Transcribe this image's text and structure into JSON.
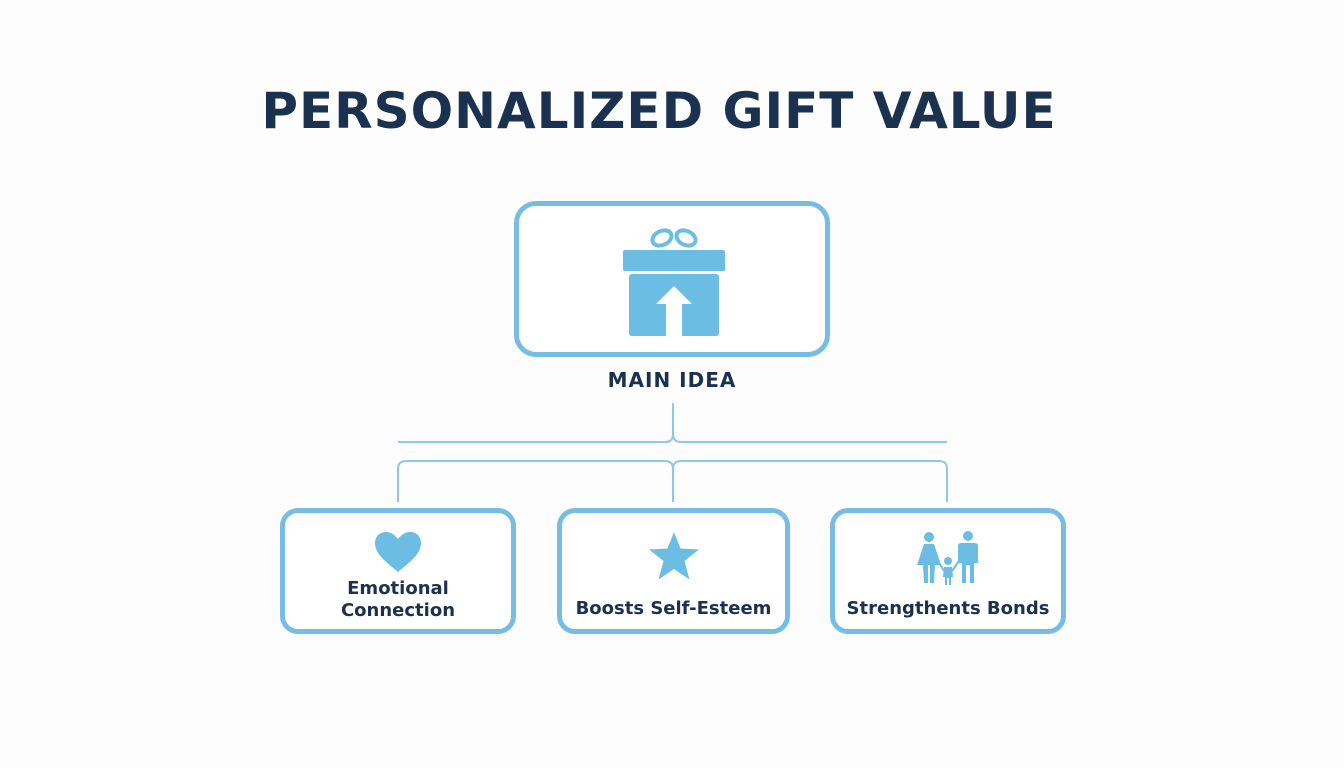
{
  "title": "PERSONALIZED GIFT VALUE",
  "main": {
    "label": "MAIN IDEA",
    "icon": "gift-box-arrow-up-icon"
  },
  "children": [
    {
      "label_lines": [
        "Emotional",
        "Connection"
      ],
      "icon": "heart-icon"
    },
    {
      "label": "Boosts Self-Esteem",
      "icon": "star-icon"
    },
    {
      "label": "Strengthents Bonds",
      "icon": "family-icon"
    }
  ],
  "colors": {
    "accent": "#77bde3",
    "icon_fill": "#6bbde4",
    "text": "#1b3150",
    "connector": "#8cc8e8",
    "background": "#fdfdfd"
  }
}
